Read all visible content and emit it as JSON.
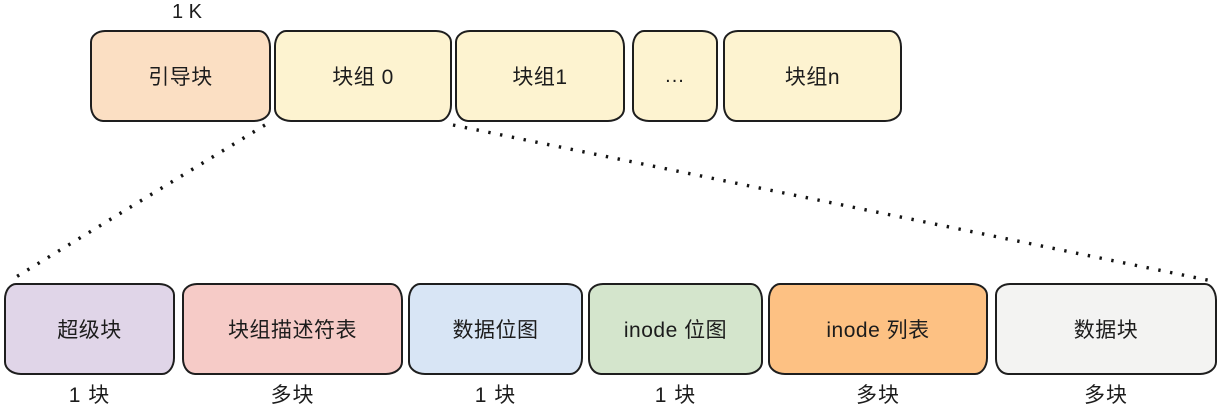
{
  "diagram": {
    "size_label": "1 K",
    "top_row": {
      "boxes": [
        {
          "label": "引导块",
          "color": "#fbdfc3"
        },
        {
          "label": "块组 0",
          "color": "#fdf3d0"
        },
        {
          "label": "块组1",
          "color": "#fdf3d0"
        },
        {
          "label": "...",
          "color": "#fdf3d0"
        },
        {
          "label": "块组n",
          "color": "#fdf3d0"
        }
      ]
    },
    "bottom_row": {
      "boxes": [
        {
          "label": "超级块",
          "count": "1 块",
          "color": "#e0d5e8"
        },
        {
          "label": "块组描述符表",
          "count": "多块",
          "color": "#f6cbc7"
        },
        {
          "label": "数据位图",
          "count": "1 块",
          "color": "#d8e5f5"
        },
        {
          "label": "inode 位图",
          "count": "1 块",
          "color": "#d4e5cc"
        },
        {
          "label": "inode 列表",
          "count": "多块",
          "color": "#fdc183"
        },
        {
          "label": "数据块",
          "count": "多块",
          "color": "#f3f3f2"
        }
      ]
    },
    "colors": {
      "border": "#1e1e1e",
      "connector_line": "#141414"
    }
  }
}
